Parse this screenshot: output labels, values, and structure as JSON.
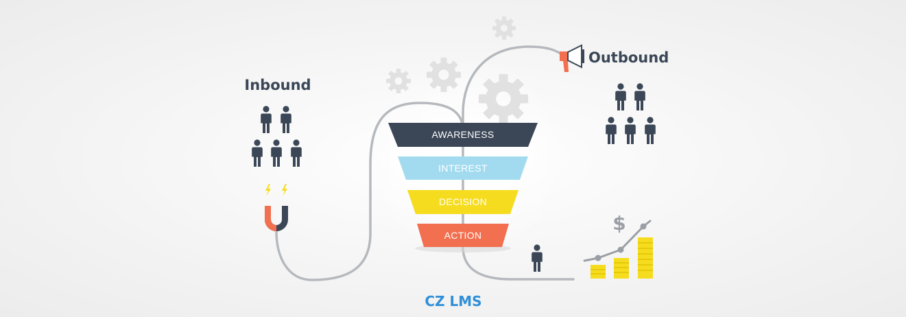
{
  "labels": {
    "inbound": "Inbound",
    "outbound": "Outbound",
    "brand": "CZ LMS",
    "currency_symbol": "$"
  },
  "funnel": {
    "stages": [
      {
        "label": "AWARENESS",
        "color": "#3b4757"
      },
      {
        "label": "INTEREST",
        "color": "#a2dbef"
      },
      {
        "label": "DECISION",
        "color": "#f6dc1e"
      },
      {
        "label": "ACTION",
        "color": "#f26f4f"
      }
    ]
  },
  "icons": {
    "magnet": "magnet-icon",
    "megaphone": "megaphone-icon",
    "gear": "gear-icon",
    "person": "person-icon",
    "coin_stack": "coin-stack-icon",
    "lightning": "lightning-icon"
  },
  "colors": {
    "text_dark": "#3b4757",
    "brand_blue": "#2f8fd8",
    "line_gray": "#b5b9bd",
    "gear_gray": "#e1e1e1",
    "coin_yellow": "#f6dc1e",
    "magnet_red": "#f26f4f"
  }
}
